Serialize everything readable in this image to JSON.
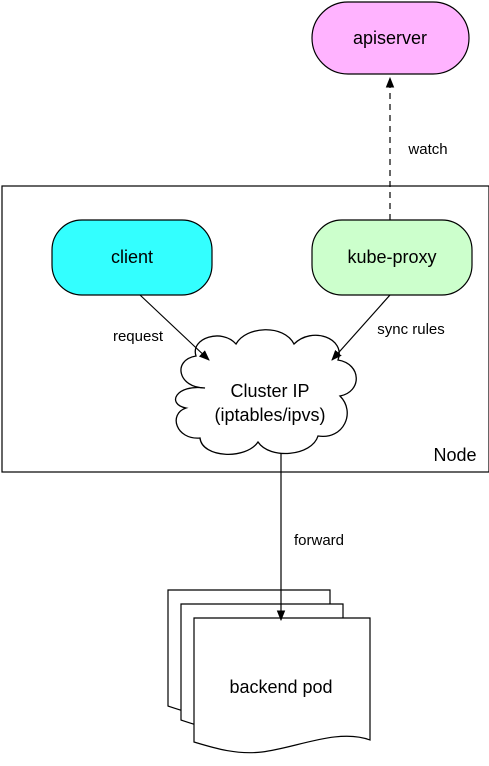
{
  "nodes": {
    "apiserver": {
      "label": "apiserver",
      "color": "#ffb3ff"
    },
    "client": {
      "label": "client",
      "color": "#33ffff"
    },
    "kube_proxy": {
      "label": "kube-proxy",
      "color": "#ccffcc"
    },
    "cluster_ip": {
      "line1": "Cluster IP",
      "line2": "(iptables/ipvs)"
    },
    "backend_pod": {
      "label": "backend pod"
    },
    "node_container": {
      "label": "Node"
    }
  },
  "edges": {
    "watch": "watch",
    "request": "request",
    "sync_rules": "sync rules",
    "forward": "forward"
  }
}
